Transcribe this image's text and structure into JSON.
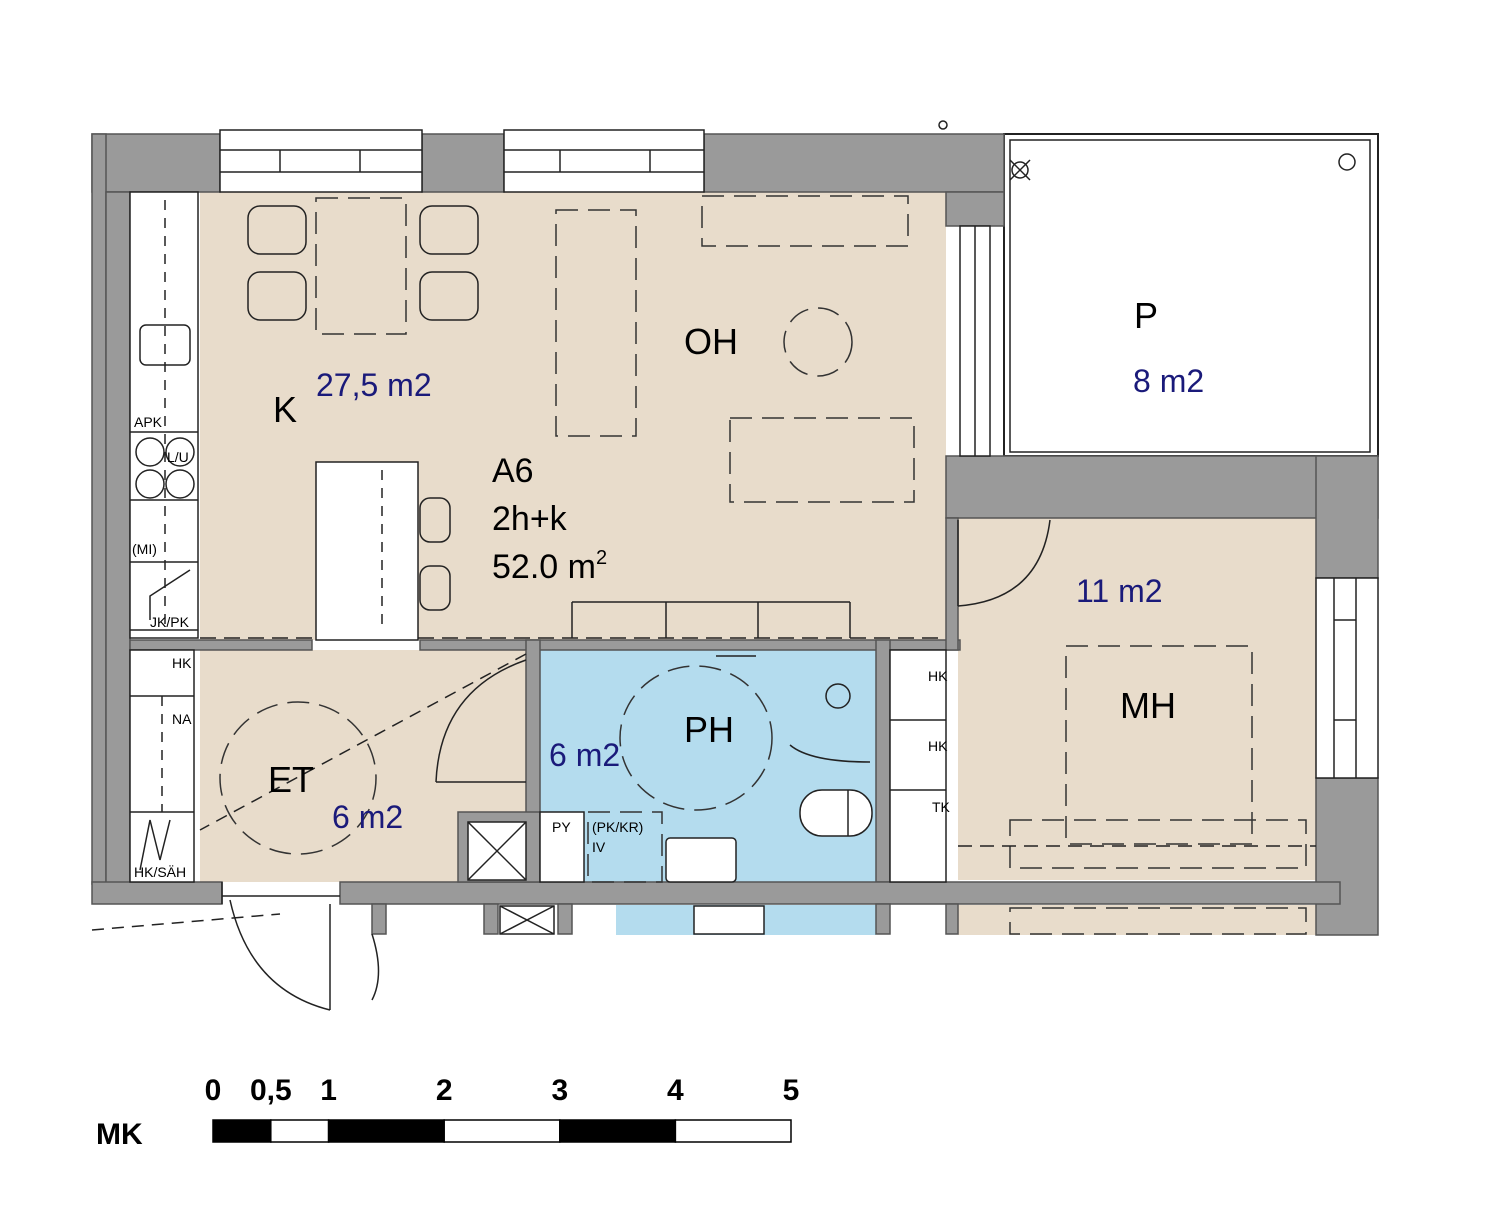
{
  "apartment": {
    "id": "A6",
    "type": "2h+k",
    "area": "52.0 m",
    "area_sup": "2"
  },
  "rooms": {
    "k": {
      "label": "K",
      "area": "27,5 m2"
    },
    "oh": {
      "label": "OH"
    },
    "p": {
      "label": "P",
      "area": "8 m2"
    },
    "mh": {
      "label": "MH",
      "area": "11 m2"
    },
    "ph": {
      "label": "PH",
      "area": "6 m2"
    },
    "et": {
      "label": "ET",
      "area": "6 m2"
    }
  },
  "fixtures": {
    "apk": "APK",
    "lu": "L/U",
    "mi": "(MI)",
    "jkpk": "JK/PK",
    "hk1": "HK",
    "na": "NA",
    "hksah": "HK/SÄH",
    "py": "PY",
    "pkkr": "(PK/KR)",
    "iv": "IV",
    "hk2": "HK",
    "hk3": "HK",
    "tk": "TK"
  },
  "scale": {
    "label": "MK",
    "ticks": [
      "0",
      "0,5",
      "1",
      "2",
      "3",
      "4",
      "5"
    ],
    "tick_meters": [
      0,
      0.5,
      1,
      2,
      3,
      4,
      5
    ]
  },
  "colors": {
    "living": "#e8dccb",
    "bath": "#b4dcee",
    "wall": "#9a9a9a",
    "area_text": "#1a1a7a"
  }
}
